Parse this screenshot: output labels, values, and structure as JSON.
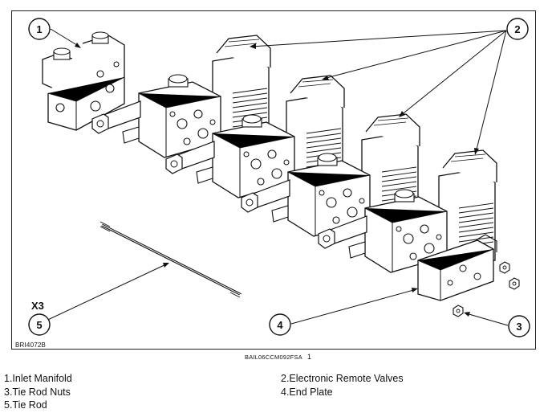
{
  "frame_code": "BRI4072B",
  "view_label": "X3",
  "figure_code": "BAIL06CCM092FSA",
  "figure_number": "1",
  "callouts": {
    "inlet_manifold": "1",
    "remote_valves": "2",
    "tie_rod_nuts": "3",
    "end_plate": "4",
    "tie_rod": "5"
  },
  "legend": [
    "1.Inlet Manifold",
    "2.Electronic Remote Valves",
    "3.Tie Rod Nuts",
    "4.End Plate",
    "5.Tie Rod"
  ]
}
